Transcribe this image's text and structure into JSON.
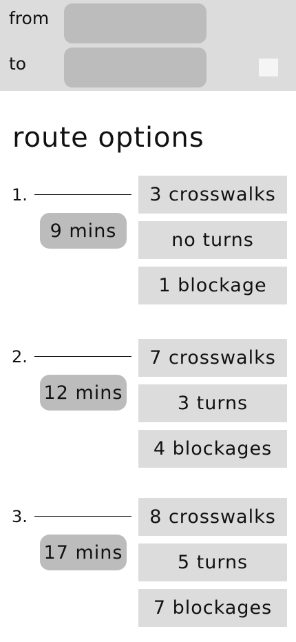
{
  "search": {
    "from_label": "from",
    "to_label": "to",
    "from_value": "",
    "to_value": ""
  },
  "section_title": "route options",
  "routes": [
    {
      "number": "1.",
      "time": "9 mins",
      "crosswalks": "3 crosswalks",
      "turns": "no turns",
      "blockages": "1 blockage"
    },
    {
      "number": "2.",
      "time": "12 mins",
      "crosswalks": "7 crosswalks",
      "turns": "3 turns",
      "blockages": "4 blockages"
    },
    {
      "number": "3.",
      "time": "17 mins",
      "crosswalks": "8 crosswalks",
      "turns": "5 turns",
      "blockages": "7 blockages"
    }
  ],
  "colors": {
    "header_bg": "#dcdcdc",
    "input_bg": "#bcbcbc",
    "stat_bg": "#dcdcdc",
    "time_bg": "#bcbcbc"
  }
}
